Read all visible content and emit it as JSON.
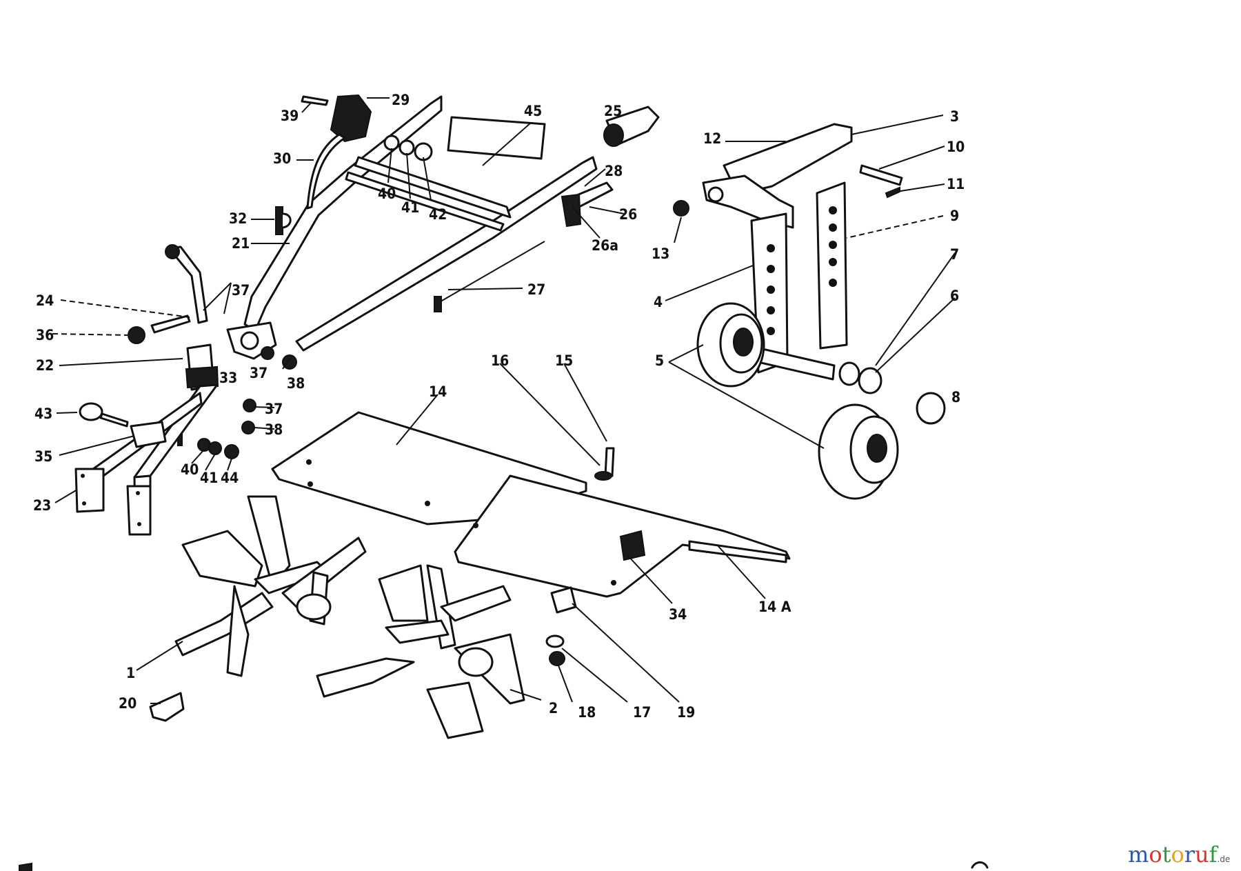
{
  "diagram": {
    "callouts": [
      "1",
      "2",
      "3",
      "4",
      "5",
      "6",
      "7",
      "8",
      "9",
      "10",
      "11",
      "12",
      "13",
      "14",
      "14 A",
      "15",
      "16",
      "17",
      "18",
      "19",
      "20",
      "21",
      "22",
      "23",
      "24",
      "25",
      "26",
      "26a",
      "27",
      "28",
      "29",
      "30",
      "32",
      "33",
      "34",
      "35",
      "36",
      "37",
      "38",
      "39",
      "40",
      "41",
      "42",
      "43",
      "44",
      "45"
    ],
    "watermark": {
      "letters": [
        "m",
        "o",
        "t",
        "o",
        "r",
        "u",
        "f"
      ],
      "colors": [
        "#2a5aa8",
        "#d8332b",
        "#2e9a3a",
        "#e8a21a",
        "#2a5aa8",
        "#d8332b",
        "#2e9a3a"
      ],
      "suffix": ".de"
    },
    "ink_color": "#111111",
    "background": "#ffffff"
  }
}
